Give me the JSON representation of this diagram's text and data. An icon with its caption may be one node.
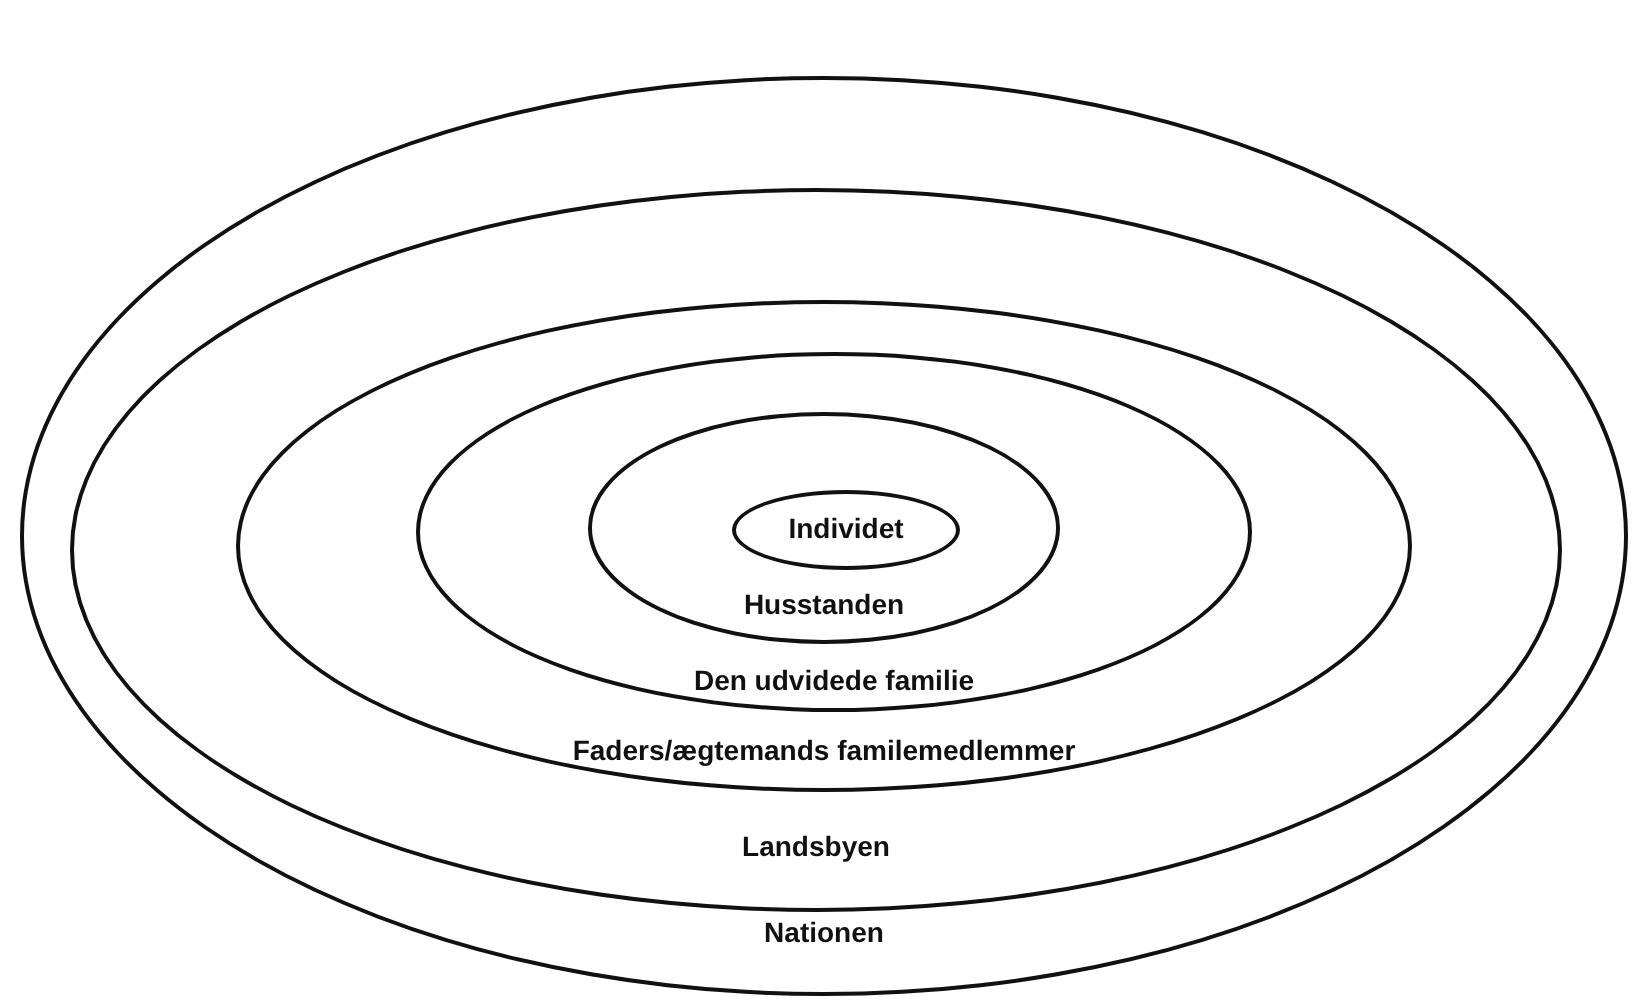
{
  "diagram": {
    "nodes": [
      {
        "text": [
          "Nationen"
        ]
      },
      {
        "text": [
          "Landsbyen"
        ],
        "in": 0
      },
      {
        "text": [
          "Faders/ægtemands familemedlemmer"
        ],
        "in": 1
      },
      {
        "text": [
          "Den udvidede familie"
        ],
        "in": 2
      },
      {
        "text": [
          "Husstanden"
        ],
        "in": 3
      },
      {
        "text": [
          "Individet"
        ],
        "in": 4
      }
    ]
  }
}
